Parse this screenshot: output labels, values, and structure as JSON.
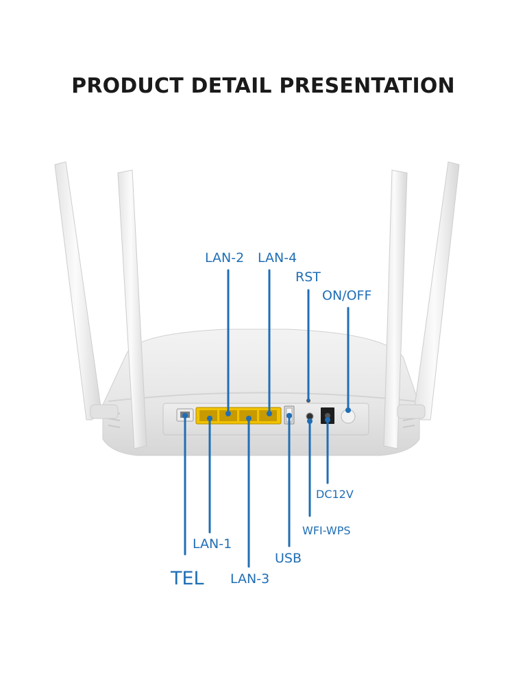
{
  "title": "PRODUCT DETAIL PRESENTATION",
  "labels": {
    "lan2": "LAN-2",
    "lan4": "LAN-4",
    "rst": "RST",
    "onoff": "ON/OFF",
    "dc12v": "DC12V",
    "wfiwps": "WFI-WPS",
    "lan1": "LAN-1",
    "usb": "USB",
    "tel": "TEL",
    "lan3": "LAN-3"
  },
  "colors": {
    "label": "#1f6eb5",
    "title": "#1a1a1a",
    "port_yellow": "#f2c200"
  },
  "image": {
    "subject": "router-rear-photo"
  }
}
